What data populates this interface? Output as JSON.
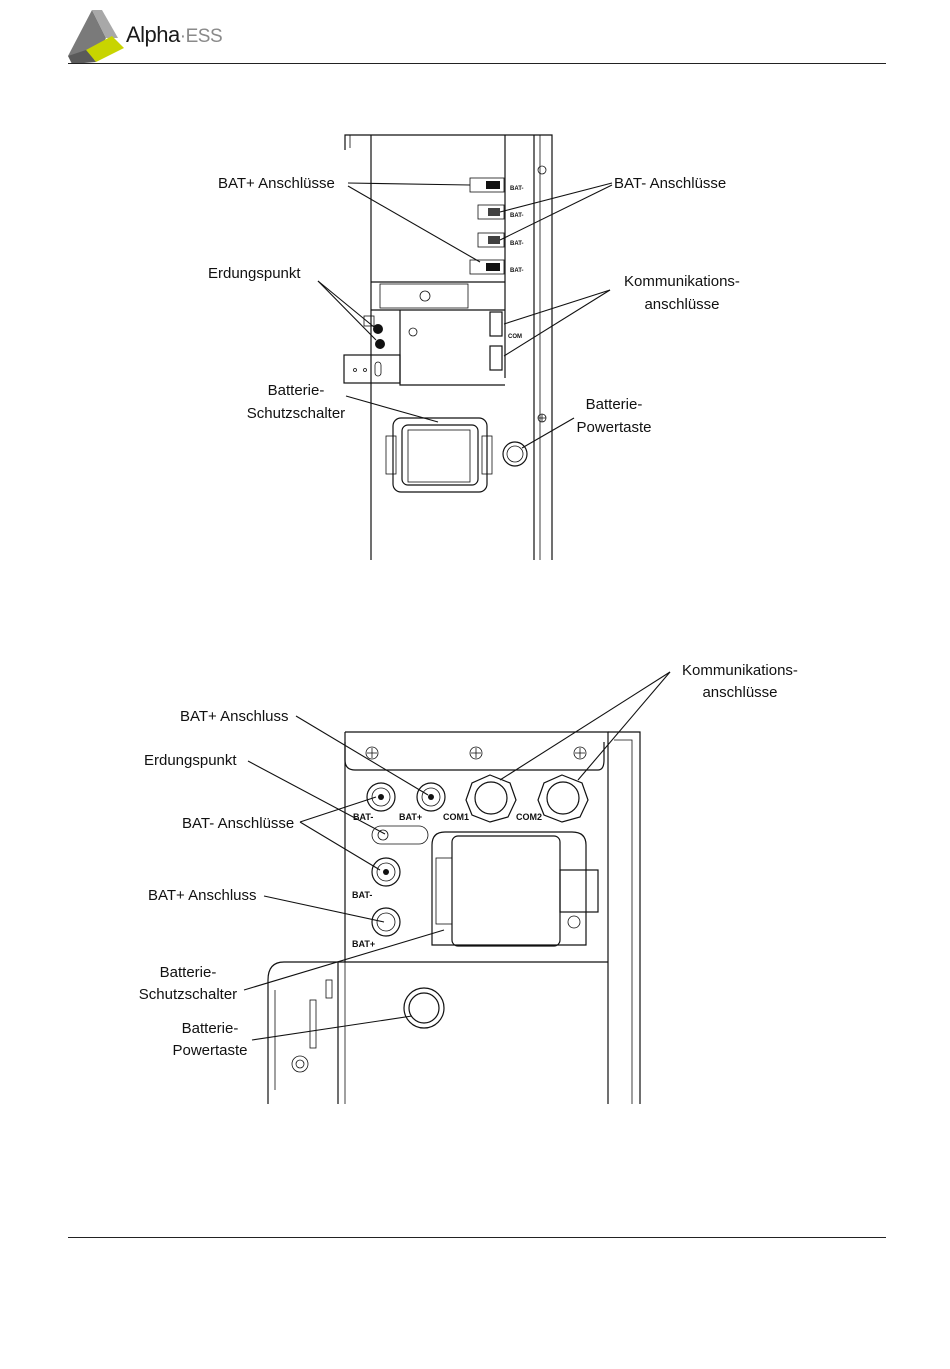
{
  "header": {
    "brand_main": "Alpha",
    "brand_dot": "·",
    "brand_sub": "ESS"
  },
  "figure1": {
    "labels": {
      "bat_plus": "BAT+ Anschlüsse",
      "bat_minus": "BAT- Anschlüsse",
      "ground": "Erdungspunkt",
      "comm_1": "Kommunikations-",
      "comm_2": "anschlüsse",
      "breaker_1": "Batterie-",
      "breaker_2": "Schutzschalter",
      "power_1": "Batterie-",
      "power_2": "Powertaste"
    },
    "small_labels": {
      "bat_minus_a": "BAT-",
      "bat_minus_b": "BAT-",
      "bat_minus_c": "BAT-",
      "bat_minus_d": "BAT-",
      "com": "COM"
    }
  },
  "figure2": {
    "labels": {
      "comm_1": "Kommunikations-",
      "comm_2": "anschlüsse",
      "bat_plus_top": "BAT+ Anschluss",
      "ground": "Erdungspunkt",
      "bat_minus": "BAT- Anschlüsse",
      "bat_plus_bottom": "BAT+ Anschluss",
      "breaker_1": "Batterie-",
      "breaker_2": "Schutzschalter",
      "power_1": "Batterie-",
      "power_2": "Powertaste"
    },
    "small_labels": {
      "bat_minus_top": "BAT-",
      "bat_plus_top": "BAT+",
      "com1": "COM1",
      "com2": "COM2",
      "bat_minus_mid": "BAT-",
      "bat_plus_bottom": "BAT+"
    }
  }
}
